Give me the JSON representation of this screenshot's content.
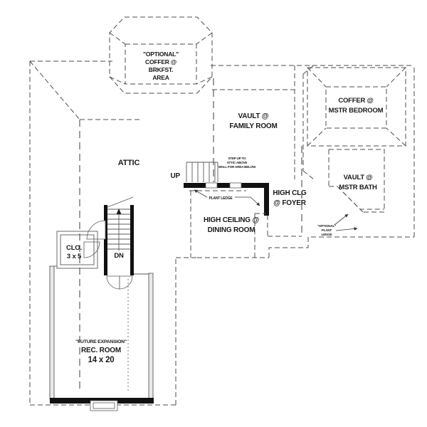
{
  "plan": {
    "rooms": {
      "brkfst_coffer": {
        "lines": [
          "\"OPTIONAL\"",
          "COFFER @",
          "BRKFST.",
          "AREA"
        ]
      },
      "family_room": {
        "lines": [
          "VAULT @",
          "FAMILY ROOM"
        ]
      },
      "mstr_bedroom": {
        "lines": [
          "COFFER @",
          "MSTR BEDROOM"
        ]
      },
      "mstr_bath": {
        "lines": [
          "VAULT @",
          "MSTR BATH"
        ]
      },
      "attic": {
        "label": "ATTIC"
      },
      "foyer": {
        "lines": [
          "HIGH CLG",
          "@ FOYER"
        ]
      },
      "dining": {
        "lines": [
          "HIGH CEILING @",
          "DINING ROOM"
        ]
      },
      "closet": {
        "lines": [
          "CLO.",
          "3 x 5"
        ]
      },
      "rec_room": {
        "lines": [
          "\"FUTURE EXPANSION\"",
          "REC. ROOM",
          "14 x 20"
        ]
      }
    },
    "annotations": {
      "up": "UP",
      "dn": "DN",
      "plant_ledge": "PLANT LEDGE",
      "stair_note": [
        "STEP UP TO",
        "ATTIC ABOVE",
        "WALL FOR AREA BELOW"
      ],
      "optional_plant_ledge": [
        "\"OPTIONAL\"",
        "PLANT",
        "LEDGE"
      ]
    },
    "colors": {
      "background": "#ffffff",
      "line": "#4d4d4d",
      "wall": "#111111",
      "text": "#1a1a1a"
    }
  }
}
